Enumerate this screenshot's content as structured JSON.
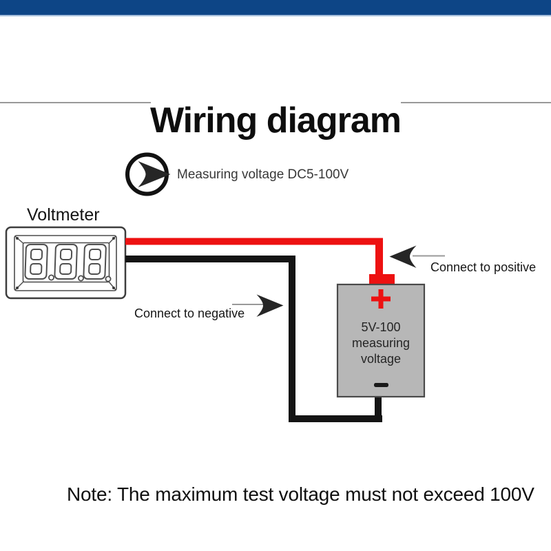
{
  "title": {
    "text": "Wiring diagram"
  },
  "callout": {
    "label": "Measuring voltage DC5-100V",
    "icon": "arrow-right-circle"
  },
  "voltmeter": {
    "label": "Voltmeter",
    "display": "888"
  },
  "connections": {
    "positive": "Connect to positive",
    "negative": "Connect to negative"
  },
  "battery": {
    "plus": "+",
    "minus": "−",
    "lines": [
      "5V-100",
      "measuring",
      "voltage"
    ]
  },
  "note": {
    "text": "Note: The maximum test voltage must not exceed 100V"
  },
  "colors": {
    "bar_blue": "#0d4586",
    "bar_accent": "#b9cfe6",
    "wire_positive": "#ed1111",
    "wire_negative": "#141414",
    "terminal_red": "#ed1111",
    "battery_fill": "#b7b7b7",
    "line_gray": "#999999"
  }
}
